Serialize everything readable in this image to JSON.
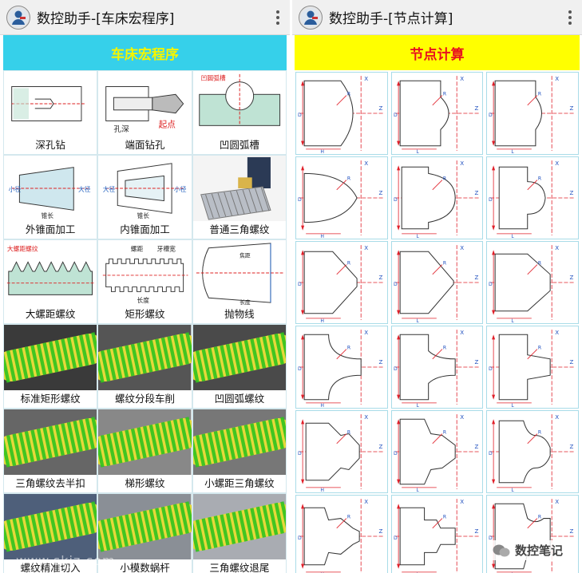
{
  "left": {
    "title": "数控助手-[车床宏程序]",
    "banner": "车床宏程序",
    "items": [
      {
        "label": "深孔钻",
        "style": "drawing",
        "icon": "deep-hole-drill-icon"
      },
      {
        "label": "端面钻孔",
        "style": "drawing",
        "icon": "face-drill-icon",
        "callouts": [
          "起点",
          "孔深"
        ]
      },
      {
        "label": "凹圆弧槽",
        "style": "drawing",
        "icon": "concave-arc-groove-icon",
        "callouts": [
          "凹圆弧槽"
        ]
      },
      {
        "label": "外锥面加工",
        "style": "drawing",
        "icon": "external-taper-icon",
        "callouts": [
          "小径",
          "大径",
          "锥长"
        ]
      },
      {
        "label": "内锥面加工",
        "style": "drawing",
        "icon": "internal-taper-icon",
        "callouts": [
          "大径",
          "小径",
          "锥长"
        ]
      },
      {
        "label": "普通三角螺纹",
        "style": "photo",
        "icon": "triangle-thread-tool-icon"
      },
      {
        "label": "大螺距螺纹",
        "style": "drawing",
        "icon": "large-pitch-thread-icon",
        "callouts": [
          "大螺距螺纹"
        ]
      },
      {
        "label": "矩形螺纹",
        "style": "drawing",
        "icon": "rectangular-thread-icon",
        "callouts": [
          "螺距",
          "牙槽宽",
          "长度"
        ]
      },
      {
        "label": "抛物线",
        "style": "drawing",
        "icon": "parabola-icon",
        "callouts": [
          "焦距",
          "长度"
        ]
      },
      {
        "label": "标准矩形螺纹",
        "style": "render",
        "icon": "standard-rect-thread-icon"
      },
      {
        "label": "螺纹分段车削",
        "style": "render",
        "icon": "segmented-thread-icon"
      },
      {
        "label": "凹圆弧螺纹",
        "style": "render",
        "icon": "concave-arc-thread-icon"
      },
      {
        "label": "三角螺纹去半扣",
        "style": "render",
        "icon": "half-thread-removal-icon"
      },
      {
        "label": "梯形螺纹",
        "style": "render",
        "icon": "trapezoidal-thread-icon"
      },
      {
        "label": "小螺距三角螺纹",
        "style": "render",
        "icon": "small-pitch-thread-icon"
      },
      {
        "label": "螺纹精准切入",
        "style": "render",
        "icon": "precise-thread-entry-icon"
      },
      {
        "label": "小模数蜗杆",
        "style": "render",
        "icon": "small-module-worm-icon"
      },
      {
        "label": "三角螺纹退尾",
        "style": "render",
        "icon": "thread-runout-icon"
      }
    ],
    "watermark": "www.skjz.com"
  },
  "right": {
    "title": "数控助手-[节点计算]",
    "banner": "节点计算",
    "axis_labels": {
      "x": "X",
      "z": "Z",
      "d": "D",
      "l": "L",
      "h": "H",
      "r": "R"
    },
    "items": [
      "node-profile-1",
      "node-profile-2",
      "node-profile-3",
      "node-profile-4",
      "node-profile-5",
      "node-profile-6",
      "node-profile-7",
      "node-profile-8",
      "node-profile-9",
      "node-profile-10",
      "node-profile-11",
      "node-profile-12",
      "node-profile-13",
      "node-profile-14",
      "node-profile-15",
      "node-profile-16",
      "node-profile-17",
      "node-profile-18"
    ],
    "watermark": "数控笔记"
  },
  "colors": {
    "left_banner": "#36d0ea",
    "left_banner_text": "#f5f500",
    "right_banner": "#ffff00",
    "right_banner_text": "#e8101f",
    "thread_green": "#2fc31f",
    "thread_yellow": "#e6d83a"
  }
}
